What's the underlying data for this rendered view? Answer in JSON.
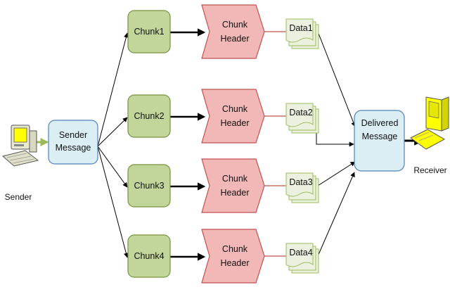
{
  "sender": {
    "label": "Sender",
    "icon": "computer-icon"
  },
  "receiver": {
    "label": "Receiver",
    "icon": "computer-icon"
  },
  "sender_message": {
    "line1": "Sender",
    "line2": "Message"
  },
  "delivered_message": {
    "line1": "Delivered",
    "line2": "Message"
  },
  "chunks": [
    {
      "label": "Chunk1",
      "header_line1": "Chunk",
      "header_line2": "Header",
      "data": "Data1"
    },
    {
      "label": "Chunk2",
      "header_line1": "Chunk",
      "header_line2": "Header",
      "data": "Data2"
    },
    {
      "label": "Chunk3",
      "header_line1": "Chunk",
      "header_line2": "Header",
      "data": "Data3"
    },
    {
      "label": "Chunk4",
      "header_line1": "Chunk",
      "header_line2": "Header",
      "data": "Data4"
    }
  ],
  "colors": {
    "chunk_fill": "#c2d69b",
    "chunk_stroke": "#76923c",
    "header_fill": "#f2b8b8",
    "header_stroke": "#c0504d",
    "data_fill": "#ebf1de",
    "data_stroke": "#9bbb59",
    "message_fill": "#dbeef4",
    "message_stroke": "#4f81bd",
    "screen": "#ffff00"
  }
}
